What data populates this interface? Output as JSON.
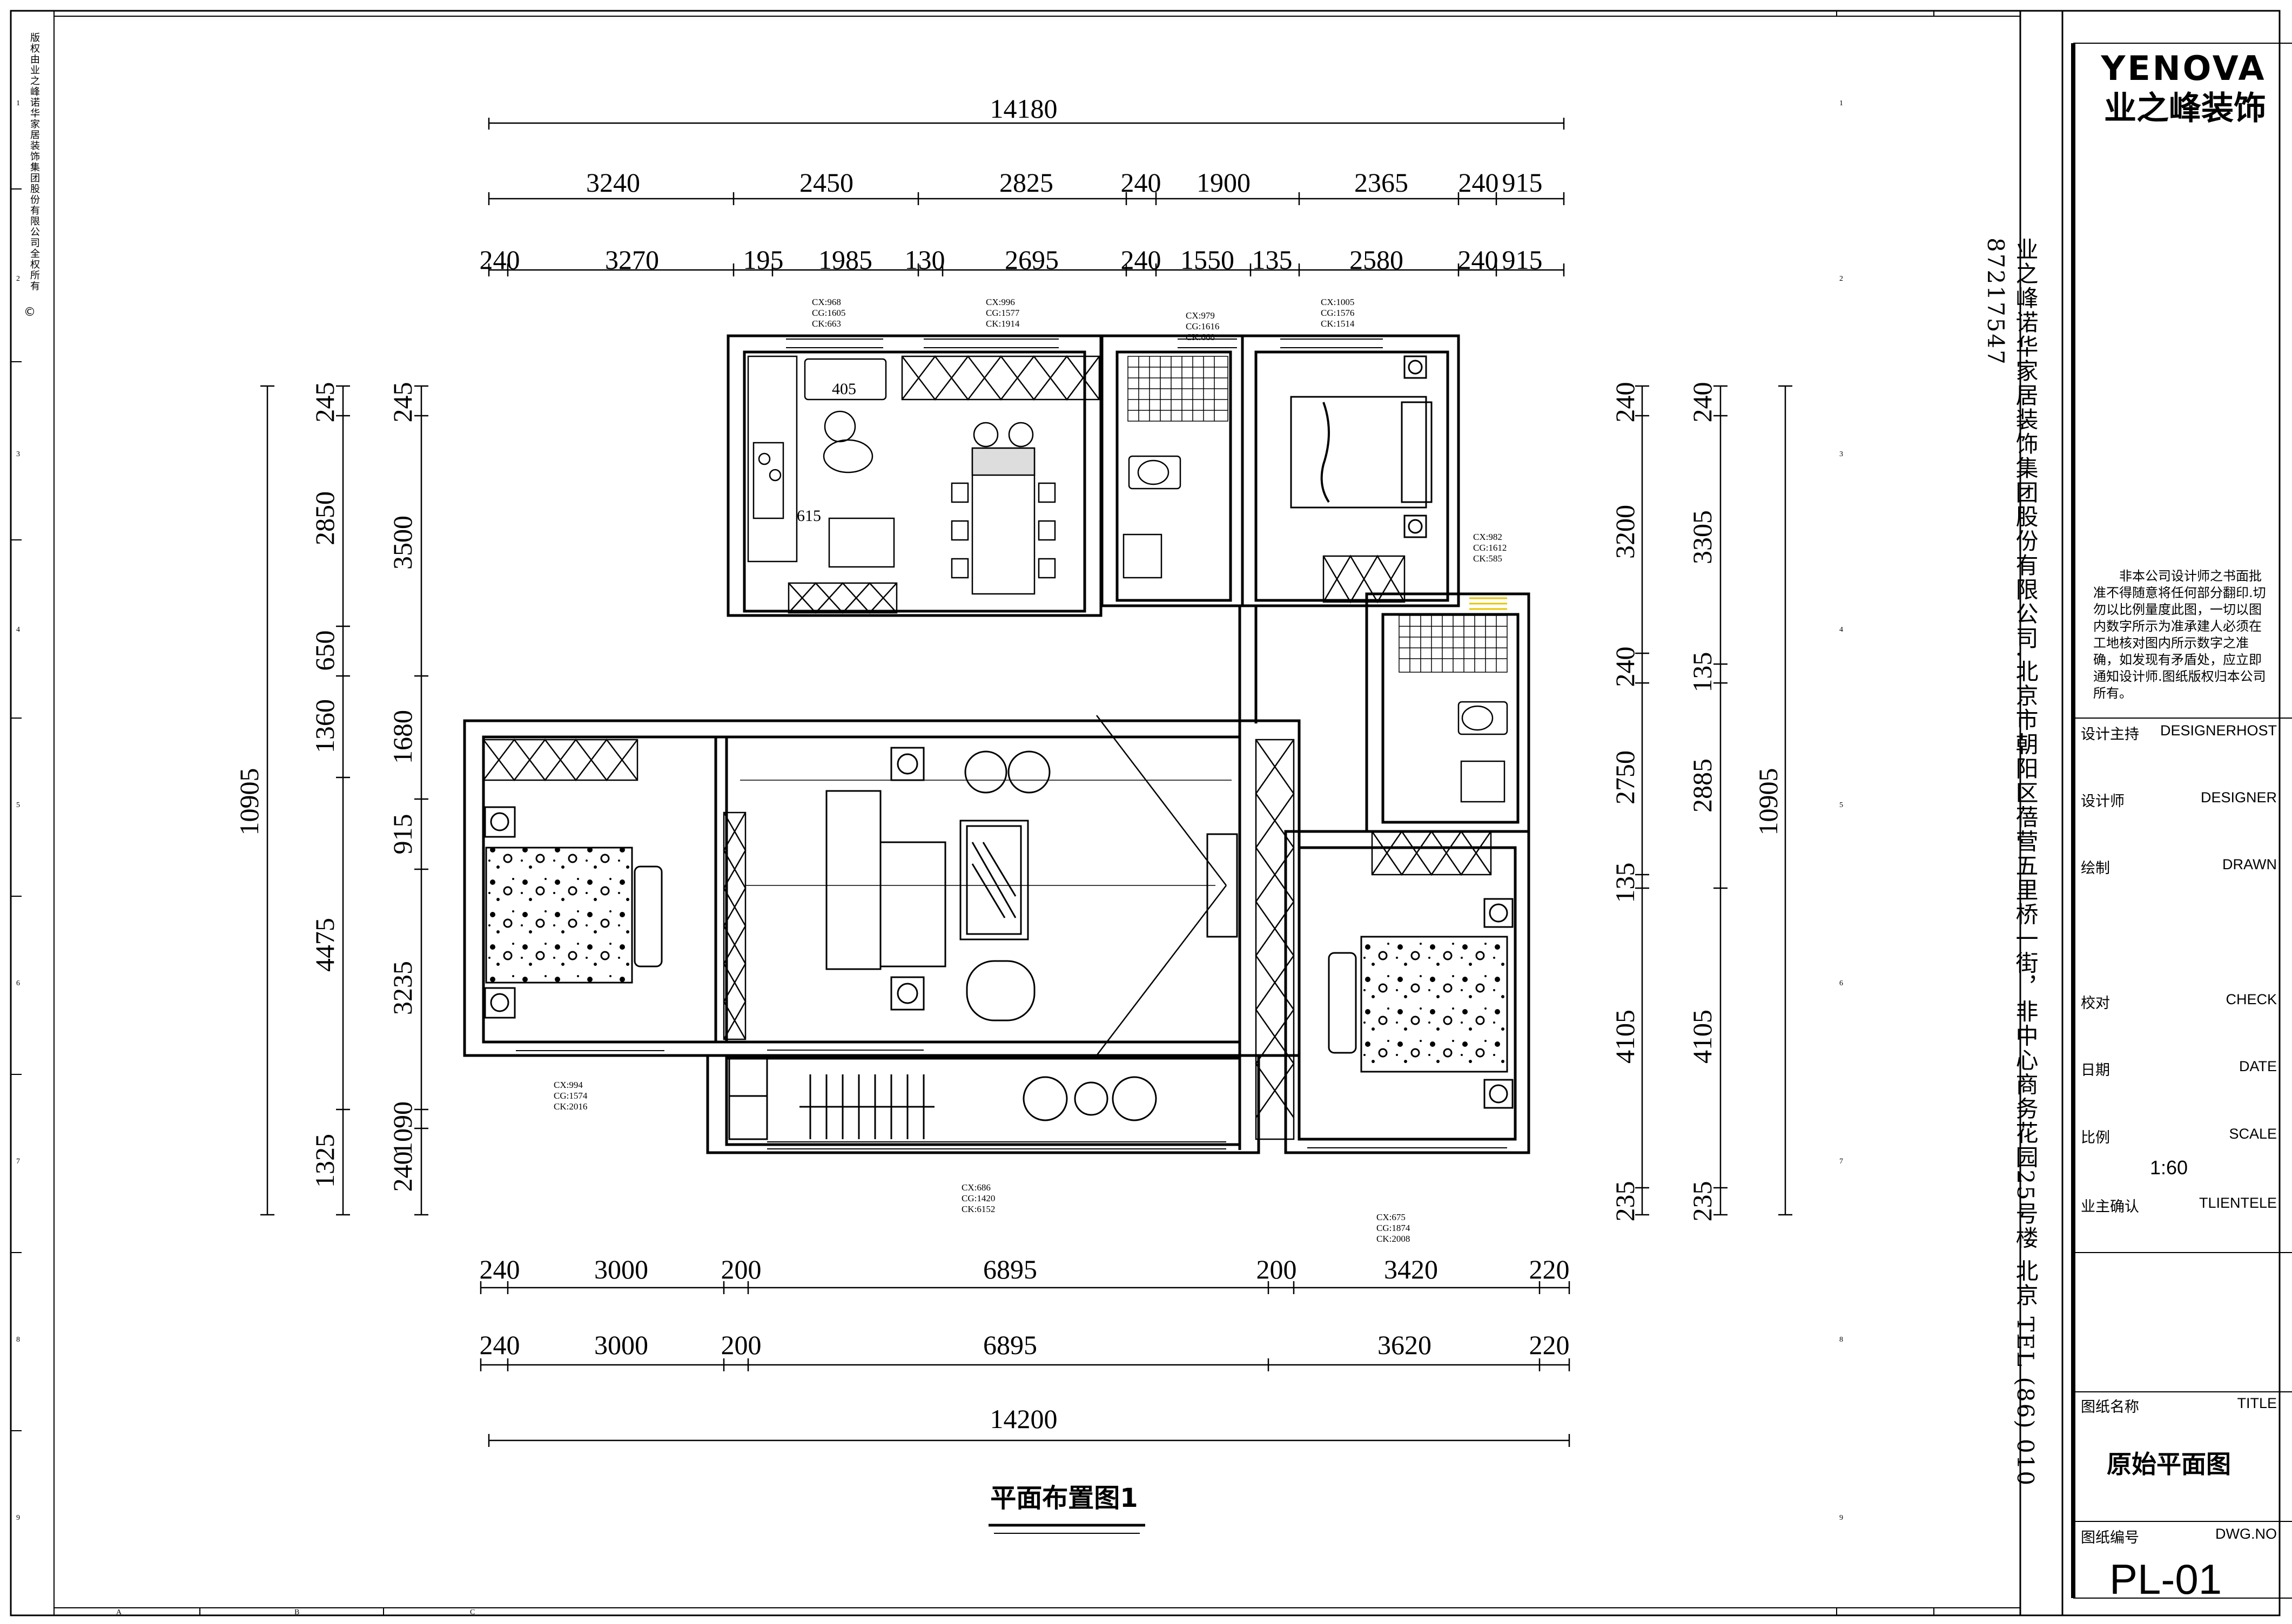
{
  "brand": {
    "name_en": "YENOVA",
    "name_cn": "业之峰装饰"
  },
  "side_note": "版权由业之峰诺华家居装饰集团股份有限公司全权所有",
  "address": "业之峰诺华家居装饰集团股份有限公司.北京市朝阳区蓓营五里桥一街，非中心商务花园25号楼  北京  TEL  (86) 010 87217547",
  "notice": "非本公司设计师之书面批准不得随意将任何部分翻印.切勿以比例量度此图，一切以图内数字所示为准承建人必须在工地核对图内所示数字之准确，如发现有矛盾处，应立即通知设计师.图纸版权归本公司所有。",
  "title_block": {
    "rows": [
      {
        "cn": "设计主持",
        "en": "DESIGNERHOST"
      },
      {
        "cn": "设计师",
        "en": "DESIGNER"
      },
      {
        "cn": "绘制",
        "en": "DRAWN"
      },
      {
        "cn": "校对",
        "en": "CHECK"
      },
      {
        "cn": "日期",
        "en": "DATE"
      },
      {
        "cn": "比例",
        "en": "SCALE"
      },
      {
        "cn": "业主确认",
        "en": "TLIENTELE"
      },
      {
        "cn": "图纸名称",
        "en": "TITLE"
      },
      {
        "cn": "图纸编号",
        "en": "DWG.NO"
      }
    ],
    "scale_value": "1:60",
    "drawing_title": "原始平面图",
    "drawing_number": "PL-01"
  },
  "figure_caption": "平面布置图1",
  "dimensions": {
    "top_total": "14180",
    "top_row1": [
      "3240",
      "2450",
      "2825",
      "240",
      "1900",
      "2365",
      "240",
      "915"
    ],
    "top_row2": [
      "240",
      "3270",
      "195",
      "1985",
      "130",
      "2695",
      "240",
      "1550",
      "135",
      "2580",
      "240",
      "915"
    ],
    "bottom_row1": [
      "240",
      "3000",
      "200",
      "6895",
      "200",
      "3420",
      "220"
    ],
    "bottom_row2": [
      "240",
      "3000",
      "200",
      "6895",
      "3620",
      "220"
    ],
    "bottom_total": "14200",
    "left_total": "10905",
    "left_col1": [
      "245",
      "2850",
      "650",
      "1360",
      "4475",
      "1325"
    ],
    "left_col2": [
      "245",
      "3500",
      "1680",
      "915",
      "3235",
      "240",
      "1090"
    ],
    "right_col1": [
      "240",
      "3200",
      "240",
      "2750",
      "135",
      "4105",
      "235"
    ],
    "right_col2": [
      "240",
      "3305",
      "135",
      "2885",
      "4105",
      "235"
    ],
    "right_total": "10905"
  },
  "window_tags": [
    {
      "cx": "CX:968",
      "cg": "CG:1605",
      "ck": "CK:663"
    },
    {
      "cx": "CX:996",
      "cg": "CG:1577",
      "ck": "CK:1914"
    },
    {
      "cx": "CX:979",
      "cg": "CG:1616",
      "ck": "CK:668"
    },
    {
      "cx": "CX:1005",
      "cg": "CG:1576",
      "ck": "CK:1514"
    },
    {
      "cx": "CX:982",
      "cg": "CG:1612",
      "ck": "CK:585"
    },
    {
      "cx": "CX:994",
      "cg": "CG:1574",
      "ck": "CK:2016"
    },
    {
      "cx": "CX:686",
      "cg": "CG:1420",
      "ck": "CK:6152"
    },
    {
      "cx": "CX:675",
      "cg": "CG:1874",
      "ck": "CK:2008"
    }
  ],
  "plan_labels": {
    "sink_dim": "405",
    "counter_dim": "615"
  },
  "border_ticks": [
    "1",
    "2",
    "3",
    "4",
    "5",
    "6",
    "7",
    "8",
    "9"
  ],
  "column_ticks": [
    "A",
    "B",
    "C"
  ]
}
